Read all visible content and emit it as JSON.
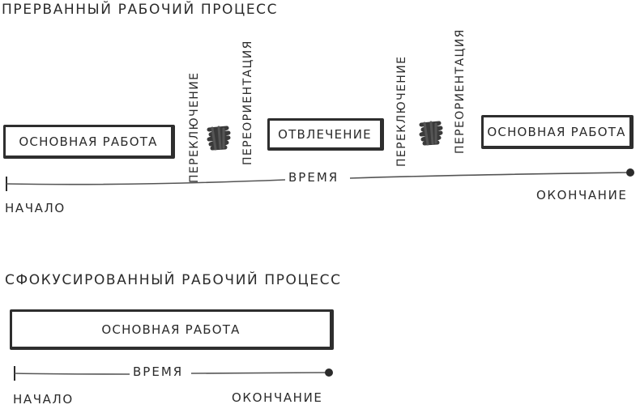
{
  "interrupted": {
    "title": "ПРЕРВАННЫЙ РАБОЧИЙ ПРОЦЕСС",
    "blocks": {
      "main_work_1": "ОСНОВНАЯ РАБОТА",
      "switch_1": "ПЕРЕКЛЮЧЕНИЕ",
      "reorient_1": "ПЕРЕОРИЕНТАЦИЯ",
      "distraction": "ОТВЛЕЧЕНИЕ",
      "switch_2": "ПЕРЕКЛЮЧЕНИЕ",
      "reorient_2": "ПЕРЕОРИЕНТАЦИЯ",
      "main_work_2": "ОСНОВНАЯ РАБОТА"
    },
    "timeline": {
      "label": "ВРЕМЯ",
      "start": "НАЧАЛО",
      "end": "ОКОНЧАНИЕ"
    }
  },
  "focused": {
    "title": "СФОКУСИРОВАННЫЙ РАБОЧИЙ ПРОЦЕСС",
    "blocks": {
      "main_work": "ОСНОВНАЯ РАБОТА"
    },
    "timeline": {
      "label": "ВРЕМЯ",
      "start": "НАЧАЛО",
      "end": "ОКОНЧАНИЕ"
    }
  },
  "colors": {
    "ink": "#2b2b2b",
    "scribble": "#3a3a3a"
  }
}
